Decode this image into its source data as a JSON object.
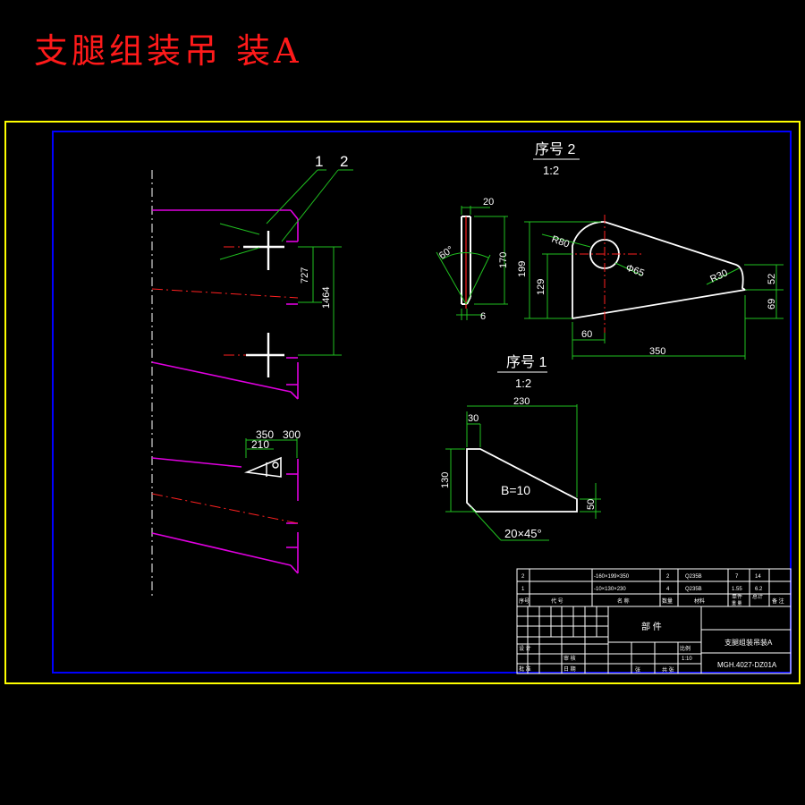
{
  "title": "支腿组装吊 装A",
  "colors": {
    "background": "#000000",
    "outer_frame": "#ffff00",
    "inner_frame": "#0000ff",
    "title": "#ff1a1a",
    "profile": "#e000e0",
    "center_line": "#ff2020",
    "dimension": "#20c020",
    "part_outline": "#ffffff"
  },
  "balloons": {
    "item1": "1",
    "item2": "2"
  },
  "main_view_dims": {
    "d727": "727",
    "d1464": "1464",
    "d350": "350",
    "d210": "210",
    "d300": "300"
  },
  "part2": {
    "label": "序号 2",
    "scale": "1:2",
    "dims": {
      "w20": "20",
      "h170": "170",
      "angle": "60°",
      "t6": "6",
      "h199": "199",
      "h129": "129",
      "r80": "R80",
      "d65": "Φ65",
      "r30": "R30",
      "d52": "52",
      "d69": "69",
      "d60": "60",
      "d350": "350"
    }
  },
  "part1": {
    "label": "序号 1",
    "scale": "1:2",
    "dims": {
      "w230": "230",
      "w30": "30",
      "h130": "130",
      "h50": "50",
      "plate": "B=10",
      "chamfer": "20×45°"
    }
  },
  "title_block": {
    "header_part": "部 件",
    "drawing_name": "支腿组装吊装A",
    "drawing_number": "MGH.4027-DZ01A",
    "bom_rows": [
      {
        "no": "2",
        "desc": "-160×199×350",
        "qty": "2",
        "mat": "Q235B",
        "w1": "7",
        "w2": "14"
      },
      {
        "no": "1",
        "desc": "-10×130×230",
        "qty": "4",
        "mat": "Q235B",
        "w1": "1.55",
        "w2": "6.2"
      }
    ],
    "bom_header": {
      "no": "序号",
      "code": "代 号",
      "name": "名 称",
      "qty": "数量",
      "mat": "材料",
      "single": "单件",
      "total": "总计",
      "weight": "重 量",
      "note": "备 注"
    },
    "scale_label": "比例",
    "scale_value": "1:10",
    "sheet_label": "张",
    "sheet_of": "共 张",
    "design": "设 计",
    "check": "审 核",
    "approve": "批 准",
    "date": "日 期"
  }
}
